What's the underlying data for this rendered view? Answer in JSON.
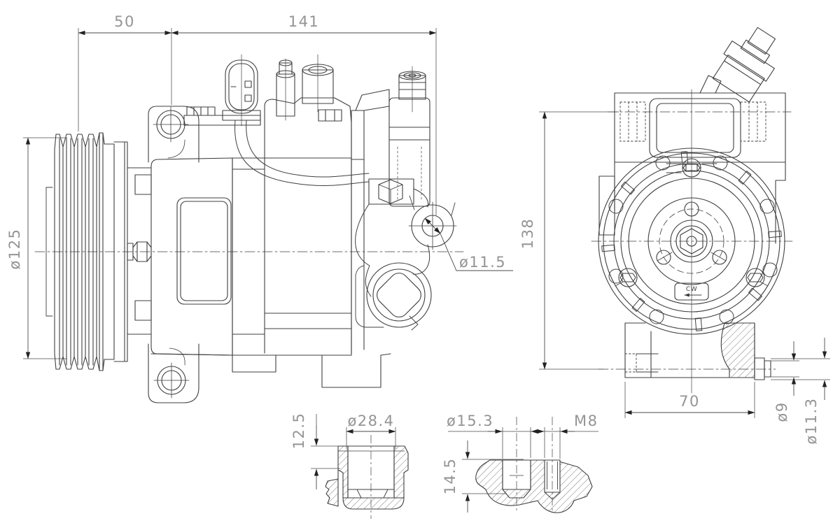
{
  "drawing": {
    "type": "engineering-drawing",
    "subject": "automotive A/C compressor - side view, front view and two threaded-port detail sections",
    "background": "#ffffff",
    "line_color": "#3f3f3f",
    "dim_line_color": "#4a4a4a",
    "dim_text_color": "#949494",
    "views": {
      "side_view": {
        "dimensions": {
          "pulley_width": "50",
          "body_length": "141",
          "pulley_diameter": "ø125",
          "mounting_ear_hole": "ø11.5"
        }
      },
      "front_view": {
        "dimensions": {
          "body_height": "138",
          "foot_width": "70",
          "port_bore": "ø9",
          "port_counterbore": "ø11.3"
        },
        "rotation_marker": "CW"
      },
      "detail_port_a": {
        "dimensions": {
          "flange_height": "12.5",
          "flange_diameter": "ø28.4"
        }
      },
      "detail_port_b": {
        "dimensions": {
          "bore_diameter": "ø15.3",
          "thread_size": "M8",
          "depth": "14.5"
        }
      }
    }
  }
}
